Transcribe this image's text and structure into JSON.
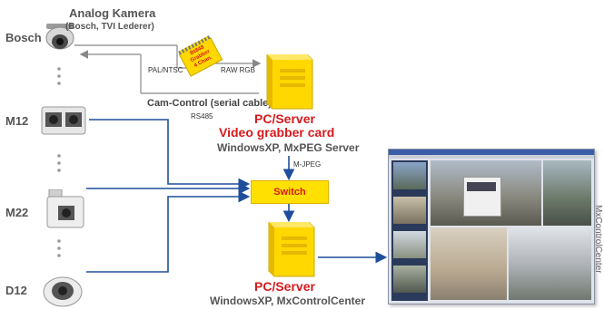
{
  "cameras": {
    "analog_title": "Analog Kamera",
    "analog_sub": "(Bosch, TVI Lederer)",
    "names": [
      "Bosch",
      "M12",
      "M22",
      "D12"
    ]
  },
  "signals": {
    "pal_ntsc": "PAL/NTSC",
    "raw_rgb": "RAW RGB",
    "cam_control": "Cam-Control (serial cable)",
    "rs485": "RS485",
    "mjpeg": "M-JPEG"
  },
  "card": {
    "line1": "Bt848",
    "line2": "Grabber",
    "line3": "4 Chan."
  },
  "server1": {
    "title": "PC/Server",
    "subtitle": "Video grabber card",
    "software": "WindowsXP, MxPEG Server"
  },
  "switch": {
    "label": "Switch"
  },
  "server2": {
    "title": "PC/Server",
    "software": "WindowsXP, MxControlCenter"
  },
  "screenshot": {
    "caption": "MxControlCenter"
  },
  "colors": {
    "arrow": "#1f4e9c",
    "accent_red": "#d7191c",
    "switch_fill": "#ffe000",
    "server_fill": "#ffd800"
  }
}
